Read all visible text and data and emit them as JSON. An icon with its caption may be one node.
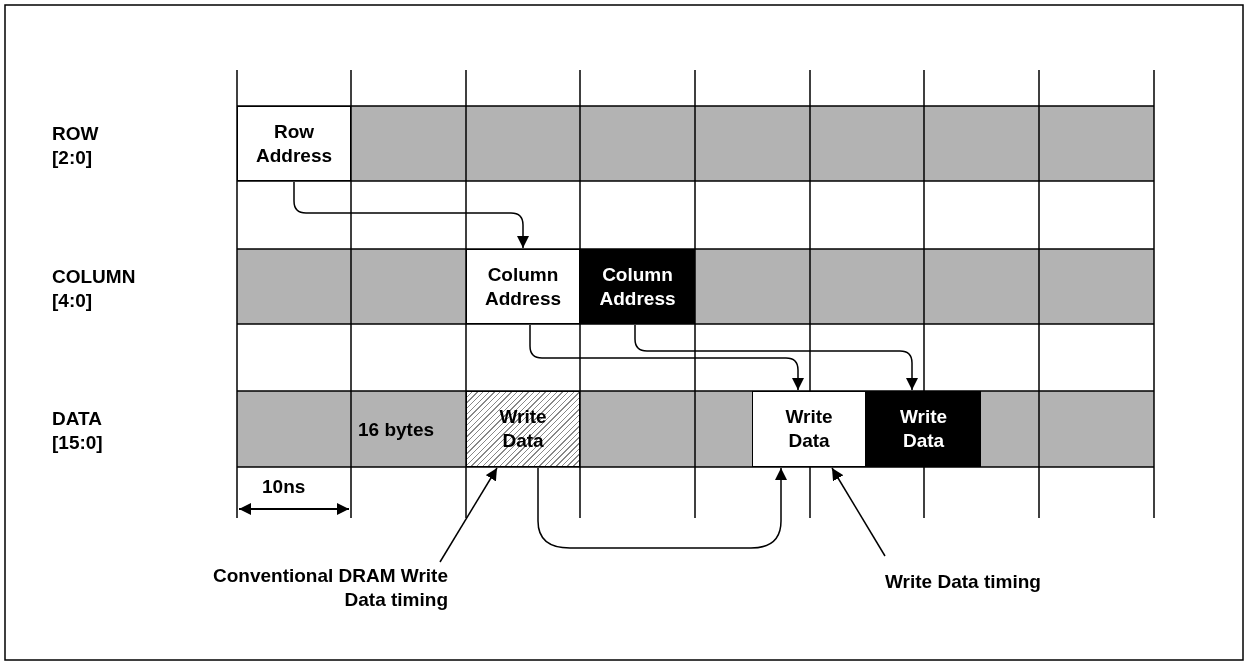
{
  "diagram": {
    "nodes": [
      {
        "text": [
          "Row Address"
        ]
      },
      {
        "text": [
          "Column Address"
        ]
      },
      {
        "text": [
          "Column Address"
        ]
      },
      {
        "text": [
          "Write Data"
        ]
      },
      {
        "text": [
          "Write Data"
        ]
      },
      {
        "text": [
          "Write Data"
        ]
      },
      {
        "text": [
          "Conventional DRAM Write Data timing"
        ]
      },
      {
        "text": [
          "Write Data timing"
        ]
      }
    ],
    "edges": [
      {
        "from": 0,
        "to": 1,
        "arrow": "to"
      },
      {
        "from": 1,
        "to": 4,
        "arrow": "to"
      },
      {
        "from": 2,
        "to": 5,
        "arrow": "to"
      },
      {
        "from": 3,
        "to": 4,
        "arrow": "to"
      },
      {
        "from": 6,
        "to": 3,
        "arrow": "to"
      },
      {
        "from": 7,
        "to": 4,
        "arrow": "to"
      }
    ],
    "labels": [
      "ROW [2:0]",
      "COLUMN [4:0]",
      "DATA [15:0]",
      "16 bytes",
      "10ns"
    ]
  }
}
